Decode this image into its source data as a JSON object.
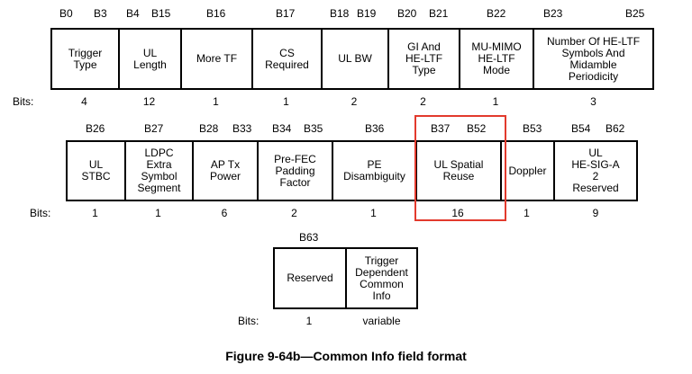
{
  "row1": {
    "bit_labels": [
      "B0",
      "B3",
      "B4",
      "B15",
      "B16",
      "B17",
      "B18",
      "B19",
      "B20",
      "B21",
      "B22",
      "B23",
      "B25"
    ],
    "bits_label": "Bits:",
    "fields": [
      {
        "name": "Trigger\nType",
        "bits": "4"
      },
      {
        "name": "UL\nLength",
        "bits": "12"
      },
      {
        "name": "More TF",
        "bits": "1"
      },
      {
        "name": "CS\nRequired",
        "bits": "1"
      },
      {
        "name": "UL BW",
        "bits": "2"
      },
      {
        "name": "GI And\nHE-LTF\nType",
        "bits": "2"
      },
      {
        "name": "MU-MIMO\nHE-LTF\nMode",
        "bits": "1"
      },
      {
        "name": "Number Of HE-LTF\nSymbols And\nMidamble\nPeriodicity",
        "bits": "3"
      }
    ]
  },
  "row2": {
    "bit_labels": [
      "B26",
      "B27",
      "B28",
      "B33",
      "B34",
      "B35",
      "B36",
      "B37",
      "B52",
      "B53",
      "B54",
      "B62"
    ],
    "bits_label": "Bits:",
    "fields": [
      {
        "name": "UL\nSTBC",
        "bits": "1"
      },
      {
        "name": "LDPC\nExtra\nSymbol\nSegment",
        "bits": "1"
      },
      {
        "name": "AP Tx\nPower",
        "bits": "6"
      },
      {
        "name": "Pre-FEC\nPadding\nFactor",
        "bits": "2"
      },
      {
        "name": "PE\nDisambiguity",
        "bits": "1"
      },
      {
        "name": "UL Spatial\nReuse",
        "bits": "16"
      },
      {
        "name": "Doppler",
        "bits": "1"
      },
      {
        "name": "UL\nHE-SIG-A\n2\nReserved",
        "bits": "9"
      }
    ]
  },
  "row3": {
    "bit_labels": [
      "B63"
    ],
    "bits_label": "Bits:",
    "fields": [
      {
        "name": "Reserved",
        "bits": "1"
      },
      {
        "name": "Trigger\nDependent\nCommon\nInfo",
        "bits": "variable"
      }
    ]
  },
  "caption": "Figure 9-64b—Common Info field format",
  "highlight_color": "#e23a2d"
}
